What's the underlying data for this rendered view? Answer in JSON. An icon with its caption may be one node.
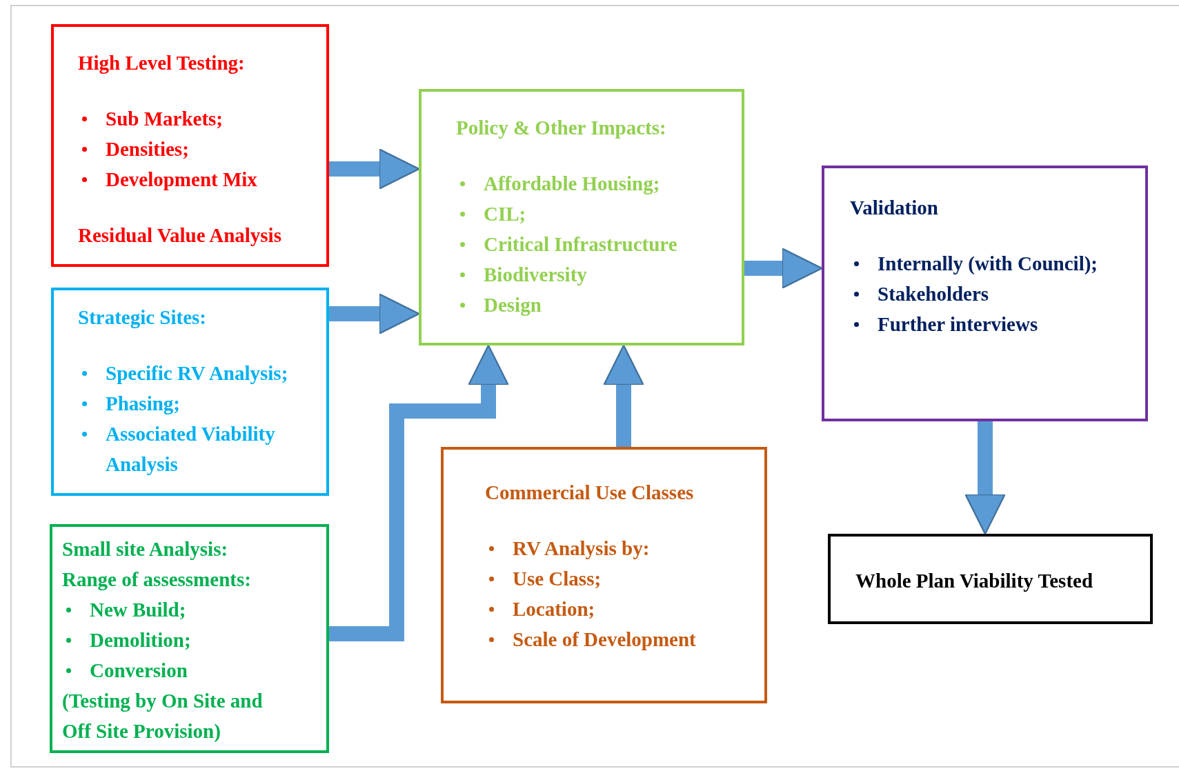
{
  "diagram": {
    "nodes": [
      {
        "text": [
          "High Level Testing:",
          "Sub Markets;",
          "Densities;",
          "Development Mix",
          "Residual Value Analysis"
        ]
      },
      {
        "text": [
          "Strategic Sites:",
          "Specific RV Analysis;",
          "Phasing;",
          "Associated Viability Analysis"
        ]
      },
      {
        "text": [
          "Small site Analysis:",
          "Range of assessments:",
          "New Build;",
          "Demolition;",
          "Conversion",
          "(Testing by On Site and Off Site Provision)"
        ]
      },
      {
        "text": [
          "Policy & Other Impacts:",
          "Affordable Housing;",
          "CIL;",
          "Critical Infrastructure",
          "Biodiversity",
          "Design"
        ]
      },
      {
        "text": [
          "Commercial Use Classes",
          "RV Analysis by:",
          "Use Class;",
          "Location;",
          "Scale of Development"
        ]
      },
      {
        "text": [
          "Validation",
          "Internally (with Council);",
          "Stakeholders",
          "Further interviews"
        ]
      },
      {
        "text": [
          "Whole Plan Viability Tested"
        ]
      }
    ],
    "edges": [
      {
        "from": 0,
        "to": 3,
        "arrow": "to"
      },
      {
        "from": 1,
        "to": 3,
        "arrow": "to"
      },
      {
        "from": 2,
        "to": 3,
        "arrow": "to"
      },
      {
        "from": 4,
        "to": 3,
        "arrow": "to"
      },
      {
        "from": 3,
        "to": 5,
        "arrow": "to"
      },
      {
        "from": 5,
        "to": 6,
        "arrow": "to"
      }
    ]
  }
}
